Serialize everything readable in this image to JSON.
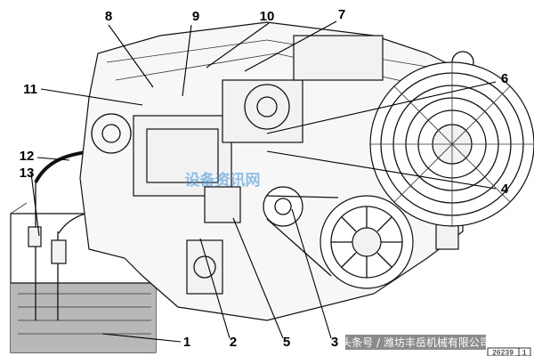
{
  "callouts": [
    "1",
    "2",
    "3",
    "4",
    "5",
    "6",
    "7",
    "8",
    "9",
    "10",
    "11",
    "12",
    "13"
  ],
  "watermark": "设备资讯网",
  "caption": "头条号 / 潍坊丰岳机械有限公司",
  "drawing_code": "26239",
  "drawing_code_suffix": "1"
}
